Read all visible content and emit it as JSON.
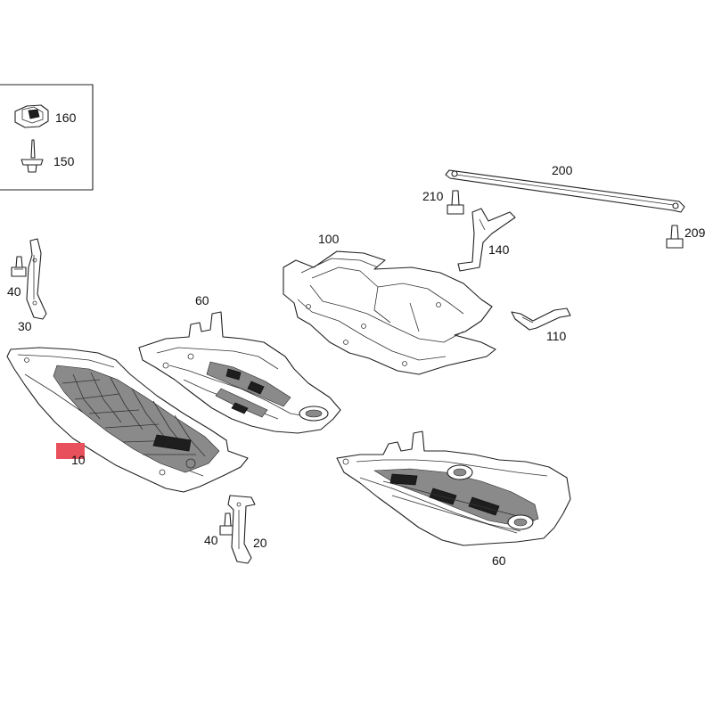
{
  "diagram": {
    "callouts": {
      "p160": "160",
      "p150": "150",
      "p200": "200",
      "p210": "210",
      "p140": "140",
      "p100": "100",
      "p209": "209",
      "p40a": "40",
      "p30": "30",
      "p60a": "60",
      "p110": "110",
      "p10": "10",
      "p40b": "40",
      "p20": "20",
      "p60b": "60"
    },
    "highlight_color": "#e8505b"
  }
}
